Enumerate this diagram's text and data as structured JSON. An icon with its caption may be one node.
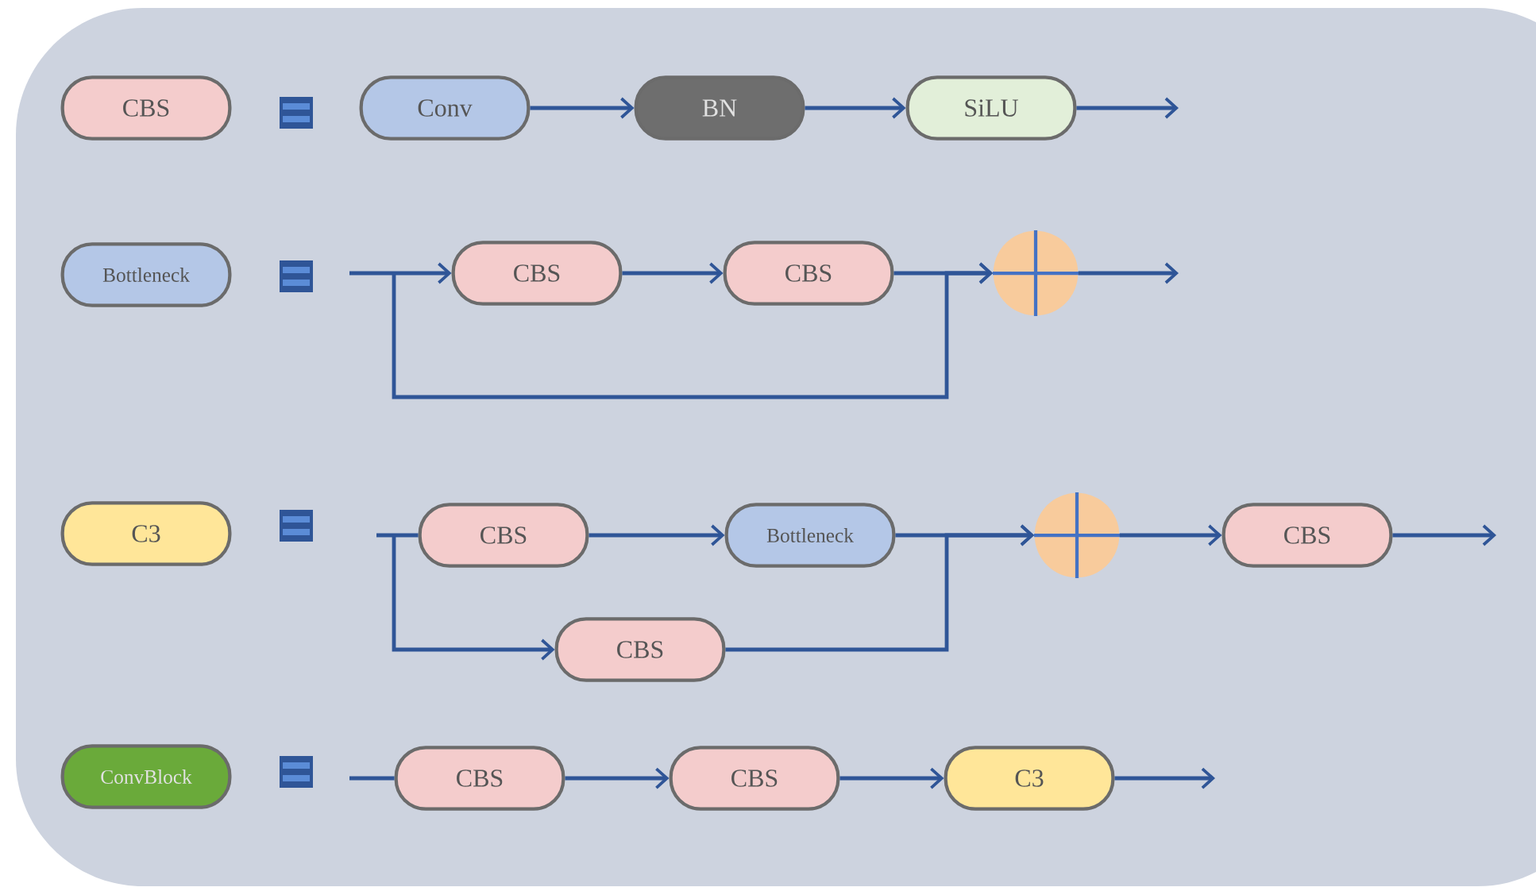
{
  "diagram": {
    "nodes": [
      {
        "text": [
          "CBS"
        ]
      },
      {
        "text": [
          "Conv"
        ]
      },
      {
        "text": [
          "BN"
        ]
      },
      {
        "text": [
          "SiLU"
        ]
      },
      {
        "text": [
          "Bottleneck"
        ]
      },
      {
        "text": [
          "CBS"
        ]
      },
      {
        "text": [
          "CBS"
        ]
      },
      {
        "text": [],
        "shape": "circle"
      },
      {
        "text": [
          "C3"
        ]
      },
      {
        "text": [
          "CBS"
        ]
      },
      {
        "text": [
          "Bottleneck"
        ]
      },
      {
        "text": [
          "CBS"
        ]
      },
      {
        "text": [],
        "shape": "circle"
      },
      {
        "text": [
          "CBS"
        ]
      },
      {
        "text": [
          "ConvBlock"
        ]
      },
      {
        "text": [
          "CBS"
        ]
      },
      {
        "text": [
          "CBS"
        ]
      },
      {
        "text": [
          "C3"
        ]
      }
    ],
    "edges": [
      {
        "from": 1,
        "to": 2,
        "arrow": "to"
      },
      {
        "from": 2,
        "to": 3,
        "arrow": "to"
      },
      {
        "from": 3,
        "to": null,
        "arrow": "to"
      },
      {
        "from": null,
        "to": 5,
        "arrow": "to"
      },
      {
        "from": null,
        "to": 7,
        "arrow": "to"
      },
      {
        "from": 5,
        "to": 6,
        "arrow": "to"
      },
      {
        "from": 6,
        "to": 7,
        "arrow": "to"
      },
      {
        "from": 7,
        "to": null,
        "arrow": "to"
      },
      {
        "from": null,
        "to": 9,
        "arrow": "none"
      },
      {
        "from": null,
        "to": 11,
        "arrow": "to"
      },
      {
        "from": 9,
        "to": 10,
        "arrow": "to"
      },
      {
        "from": 10,
        "to": 12,
        "arrow": "to"
      },
      {
        "from": 11,
        "to": 12,
        "arrow": "to"
      },
      {
        "from": 12,
        "to": 13,
        "arrow": "to"
      },
      {
        "from": 13,
        "to": null,
        "arrow": "to"
      },
      {
        "from": null,
        "to": 15,
        "arrow": "none"
      },
      {
        "from": 15,
        "to": 16,
        "arrow": "to"
      },
      {
        "from": 16,
        "to": 17,
        "arrow": "to"
      },
      {
        "from": 17,
        "to": null,
        "arrow": "to"
      }
    ]
  }
}
